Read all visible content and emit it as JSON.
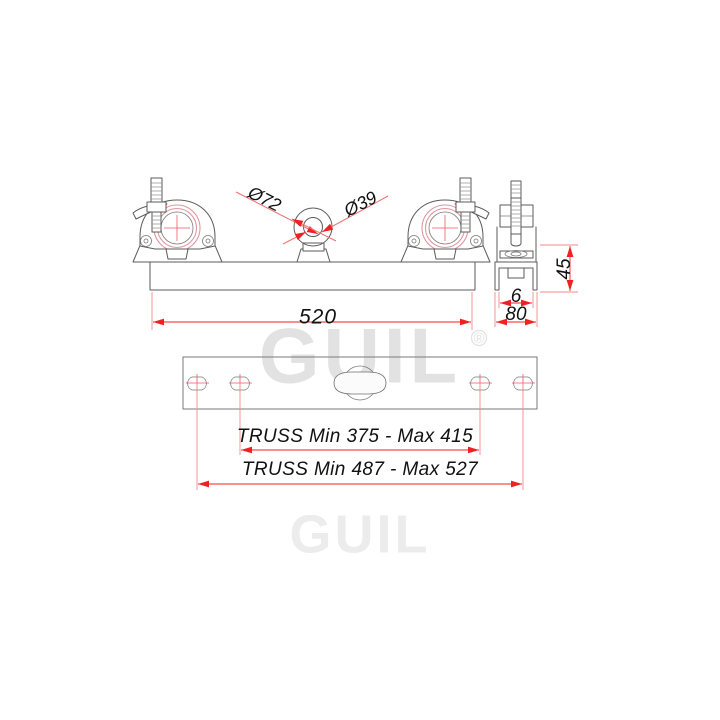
{
  "drawing": {
    "title": "GUIL truss clamp beam adapter technical drawing",
    "background_color": "#ffffff",
    "dimension_color": "#ee2222",
    "part_color": "#5b5b5b",
    "watermark_color": "#e2e2e2"
  },
  "watermarks": {
    "plan_logo": "GUIL",
    "plan_registered": "®",
    "bottom_logo": "GUIL"
  },
  "dimensions": {
    "overall_length": "520",
    "diameter_outer": "Ø72",
    "diameter_inner": "Ø39",
    "bracket_height": "45",
    "bracket_gap": "6",
    "bracket_width": "80",
    "truss_inner": "TRUSS  Min 375 - Max 415",
    "truss_outer": "TRUSS  Min 487 - Max 527"
  },
  "views": {
    "front_view_label": "front-elevation",
    "side_view_label": "side-elevation",
    "plan_view_label": "plan-view"
  },
  "components": {
    "clamp_left": "truss-clamp-left",
    "clamp_right": "truss-clamp-right",
    "eye_bolt": "eye-bolt-ring",
    "beam": "main-beam",
    "bracket": "side-bracket",
    "plate": "base-plate",
    "slots": [
      "slot-1",
      "slot-2",
      "slot-3",
      "slot-4"
    ],
    "center_feature": "center-boss"
  }
}
